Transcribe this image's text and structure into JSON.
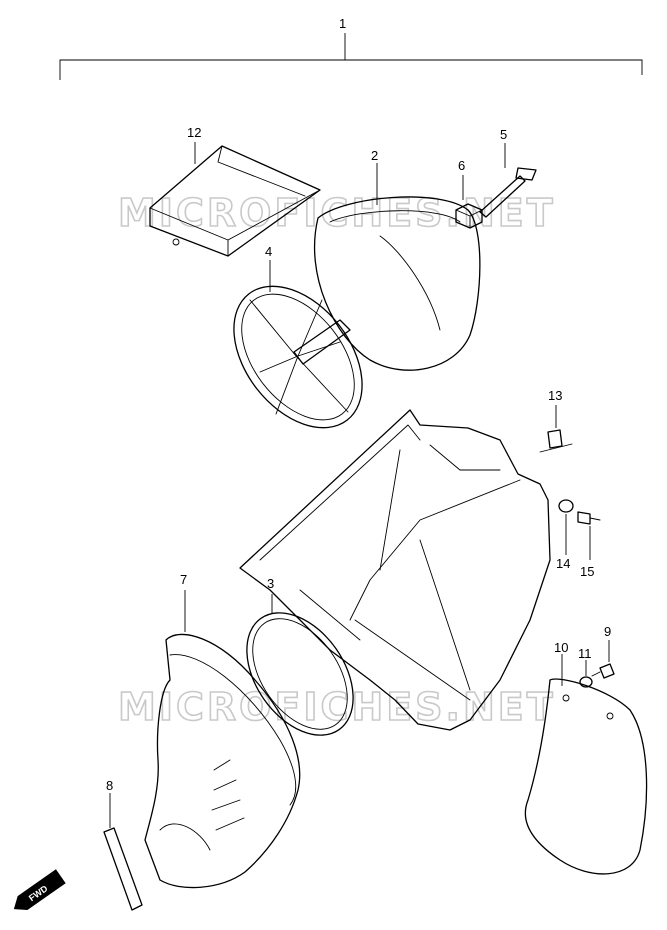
{
  "diagram": {
    "watermark_text": "MICROFICHES.NET",
    "forward_marker": "FWD",
    "callouts": [
      "1",
      "2",
      "3",
      "4",
      "5",
      "6",
      "7",
      "8",
      "9",
      "10",
      "11",
      "12",
      "13",
      "14",
      "15"
    ]
  }
}
